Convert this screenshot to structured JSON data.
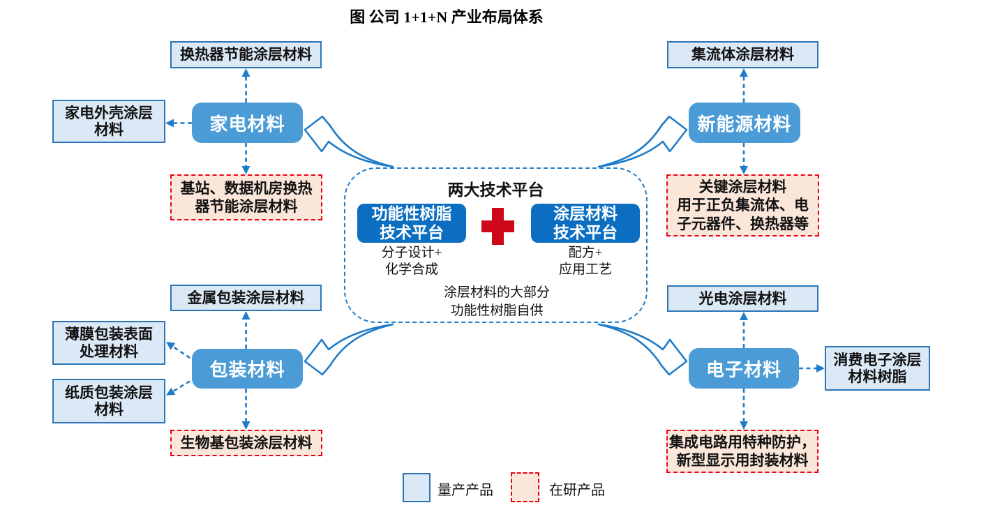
{
  "title": "图 公司 1+1+N 产业布局体系",
  "colors": {
    "hub_fill": "#4A9BD6",
    "platform_fill": "#0B6EC1",
    "product_fill": "#DBE9F7",
    "product_border": "#2E75B6",
    "rnd_fill": "#FBE6DA",
    "rnd_border": "#EC0013",
    "connector": "#1F7CC8",
    "plus_red": "#CE0818",
    "note_line": "#8FAADC",
    "note_head": "#4472C4"
  },
  "center": {
    "title": "两大技术平台",
    "resin_platform": {
      "line1": "功能性树脂",
      "line2": "技术平台",
      "sub_line1": "分子设计+",
      "sub_line2": "化学合成"
    },
    "coating_platform": {
      "line1": "涂层材料",
      "line2": "技术平台",
      "sub_line1": "配方+",
      "sub_line2": "应用工艺"
    },
    "note": {
      "line1": "涂层材料的大部分",
      "line2": "功能性树脂自供"
    }
  },
  "branches": {
    "home_appliance": {
      "hub": "家电材料",
      "top_box": "换热器节能涂层材料",
      "left_box": {
        "line1": "家电外壳涂层",
        "line2": "材料"
      },
      "rnd_box": {
        "line1": "基站、数据机房换热",
        "line2": "器节能涂层材料"
      }
    },
    "new_energy": {
      "hub": "新能源材料",
      "top_box": "集流体涂层材料",
      "rnd_box": {
        "line1": "关键涂层材料",
        "line2": "用于正负集流体、电",
        "line3": "子元器件、换热器等"
      }
    },
    "packaging": {
      "hub": "包装材料",
      "top_box": "金属包装涂层材料",
      "upper_left_box": {
        "line1": "薄膜包装表面",
        "line2": "处理材料"
      },
      "lower_left_box": {
        "line1": "纸质包装涂层",
        "line2": "材料"
      },
      "rnd_box": "生物基包装涂层材料"
    },
    "electronics": {
      "hub": "电子材料",
      "top_box": "光电涂层材料",
      "right_box": {
        "line1": "消费电子涂层",
        "line2": "材料树脂"
      },
      "rnd_box": {
        "line1": "集成电路用特种防护，",
        "line2": "新型显示用封装材料"
      }
    }
  },
  "legend": {
    "mass_production": "量产产品",
    "in_development": "在研产品"
  }
}
